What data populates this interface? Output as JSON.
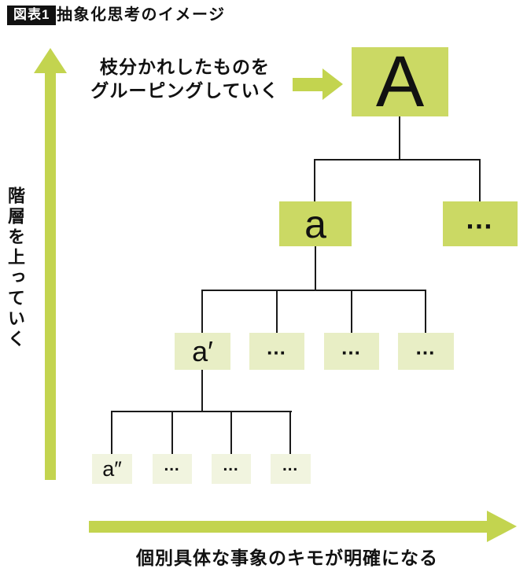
{
  "title": {
    "badge": "図表1",
    "text": "抽象化思考のイメージ"
  },
  "annotation": {
    "line1": "枝分かれしたものを",
    "line2": "グルーピングしていく"
  },
  "axes": {
    "vertical_label": "階層を上っていく",
    "horizontal_label": "個別具体な事象のキモが明確になる"
  },
  "tree": {
    "level1": {
      "label": "A"
    },
    "level2": [
      {
        "label": "a"
      },
      {
        "label": "…"
      }
    ],
    "level3": [
      {
        "label": "a′"
      },
      {
        "label": "…"
      },
      {
        "label": "…"
      },
      {
        "label": "…"
      }
    ],
    "level4": [
      {
        "label": "a″"
      },
      {
        "label": "…"
      },
      {
        "label": "…"
      },
      {
        "label": "…"
      }
    ]
  },
  "colors": {
    "accent_green": "#c3d44f",
    "box_level1_2": "#cbd964",
    "box_level3": "#e8eec5",
    "box_level4": "#f1f4df",
    "line": "#1a1a1a",
    "badge_bg": "#111111"
  }
}
